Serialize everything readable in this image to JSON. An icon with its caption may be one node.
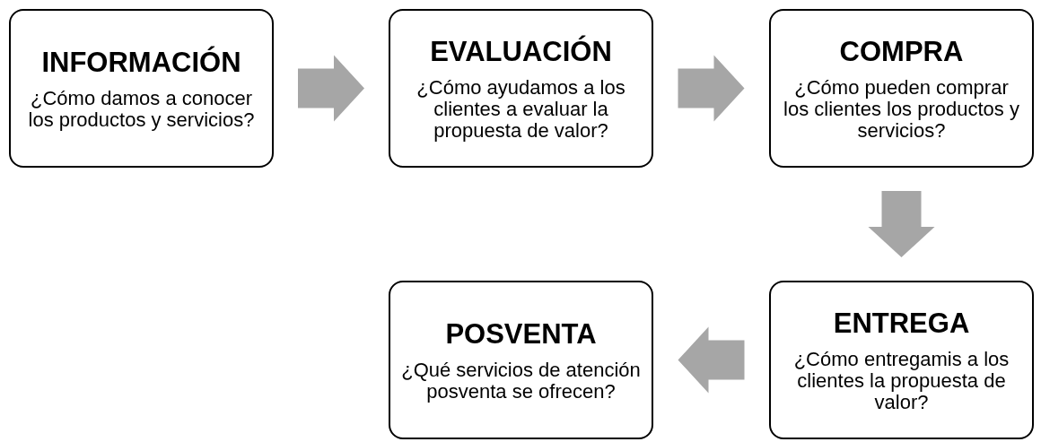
{
  "diagram": {
    "nodes": [
      {
        "text": [
          "INFORMACIÓN",
          "¿Cómo damos a conocer los productos y servicios?"
        ]
      },
      {
        "text": [
          "EVALUACIÓN",
          "¿Cómo ayudamos a los clientes a evaluar la propuesta de valor?"
        ]
      },
      {
        "text": [
          "COMPRA",
          "¿Cómo pueden comprar los clientes los productos y servicios?"
        ]
      },
      {
        "text": [
          "ENTREGA",
          "¿Cómo entregamis a los clientes la propuesta de valor?"
        ]
      },
      {
        "text": [
          "POSVENTA",
          "¿Qué servicios de atención posventa se ofrecen?"
        ]
      }
    ],
    "edges": [
      {
        "from": 0,
        "to": 1,
        "arrow": "to",
        "style": "thick"
      },
      {
        "from": 1,
        "to": 2,
        "arrow": "to",
        "style": "thick"
      },
      {
        "from": 2,
        "to": 3,
        "arrow": "to",
        "style": "thick"
      },
      {
        "from": 3,
        "to": 4,
        "arrow": "to",
        "style": "thick"
      }
    ]
  }
}
